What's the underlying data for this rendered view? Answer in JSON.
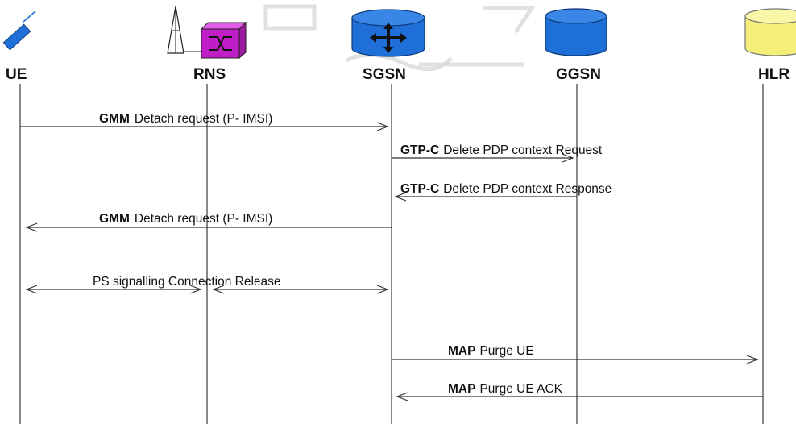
{
  "entities": [
    {
      "id": "ue",
      "label": "UE",
      "icon": "ue-icon"
    },
    {
      "id": "rns",
      "label": "RNS",
      "icon": "rns-icon"
    },
    {
      "id": "sgsn",
      "label": "SGSN",
      "icon": "sgsn-router-icon"
    },
    {
      "id": "ggsn",
      "label": "GGSN",
      "icon": "ggsn-database-icon"
    },
    {
      "id": "hlr",
      "label": "HLR",
      "icon": "hlr-database-icon"
    }
  ],
  "messages": [
    {
      "protocol": "GMM",
      "text": "Detach request (P- IMSI)",
      "from": "ue",
      "to": "sgsn"
    },
    {
      "protocol": "GTP-C",
      "text": "Delete PDP context Request",
      "from": "sgsn",
      "to": "ggsn"
    },
    {
      "protocol": "GTP-C",
      "text": "Delete PDP context Response",
      "from": "ggsn",
      "to": "sgsn"
    },
    {
      "protocol": "GMM",
      "text": "Detach request (P- IMSI)",
      "from": "sgsn",
      "to": "ue"
    },
    {
      "protocol": "",
      "text": "PS signalling Connection Release",
      "from": "ue",
      "to": "sgsn",
      "bidirectional": true
    },
    {
      "protocol": "MAP",
      "text": "Purge UE",
      "from": "sgsn",
      "to": "hlr"
    },
    {
      "protocol": "MAP",
      "text": "Purge UE ACK",
      "from": "hlr",
      "to": "sgsn"
    }
  ],
  "colors": {
    "ue": "#1f6fd6",
    "rns": "#c21ec7",
    "sgsn": "#1e6fd8",
    "ggsn": "#1e6fd8",
    "hlr": "#f4ef78"
  }
}
